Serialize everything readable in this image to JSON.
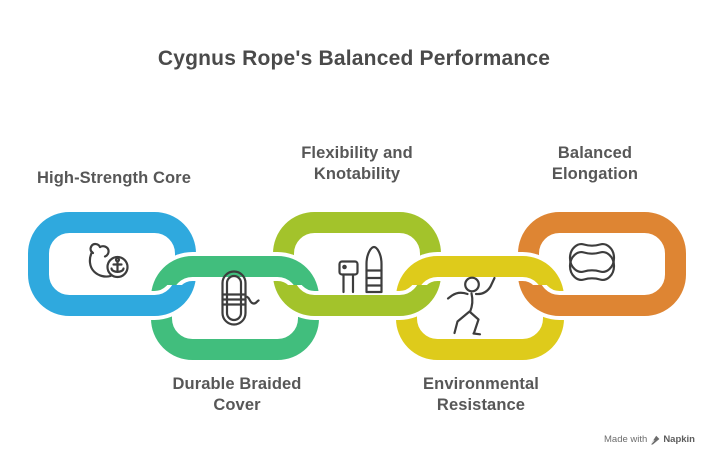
{
  "title": "Cygnus Rope's Balanced Performance",
  "background_color": "#ffffff",
  "icon_stroke_color": "#3d3d3d",
  "links": [
    {
      "id": "high-strength-core",
      "label": "High-Strength Core",
      "color": "#2FA9DE",
      "row": "top",
      "icon": "flexed-bicep-icon",
      "label_position": "above"
    },
    {
      "id": "durable-braided-cover",
      "label": "Durable Braided Cover",
      "color": "#41BE7D",
      "row": "bottom",
      "icon": "coiled-rope-icon",
      "label_position": "below"
    },
    {
      "id": "flexibility-knotability",
      "label": "Flexibility and Knotability",
      "color": "#A3C32B",
      "row": "top",
      "icon": "climbing-tools-icon",
      "label_position": "above"
    },
    {
      "id": "environmental-resistance",
      "label": "Environmental Resistance",
      "color": "#DECB1B",
      "row": "bottom",
      "icon": "active-person-icon",
      "label_position": "below"
    },
    {
      "id": "balanced-elongation",
      "label": "Balanced Elongation",
      "color": "#DE8533",
      "row": "top",
      "icon": "elongation-shape-icon",
      "label_position": "above"
    }
  ],
  "watermark": {
    "prefix": "Made with",
    "brand": "Napkin"
  }
}
